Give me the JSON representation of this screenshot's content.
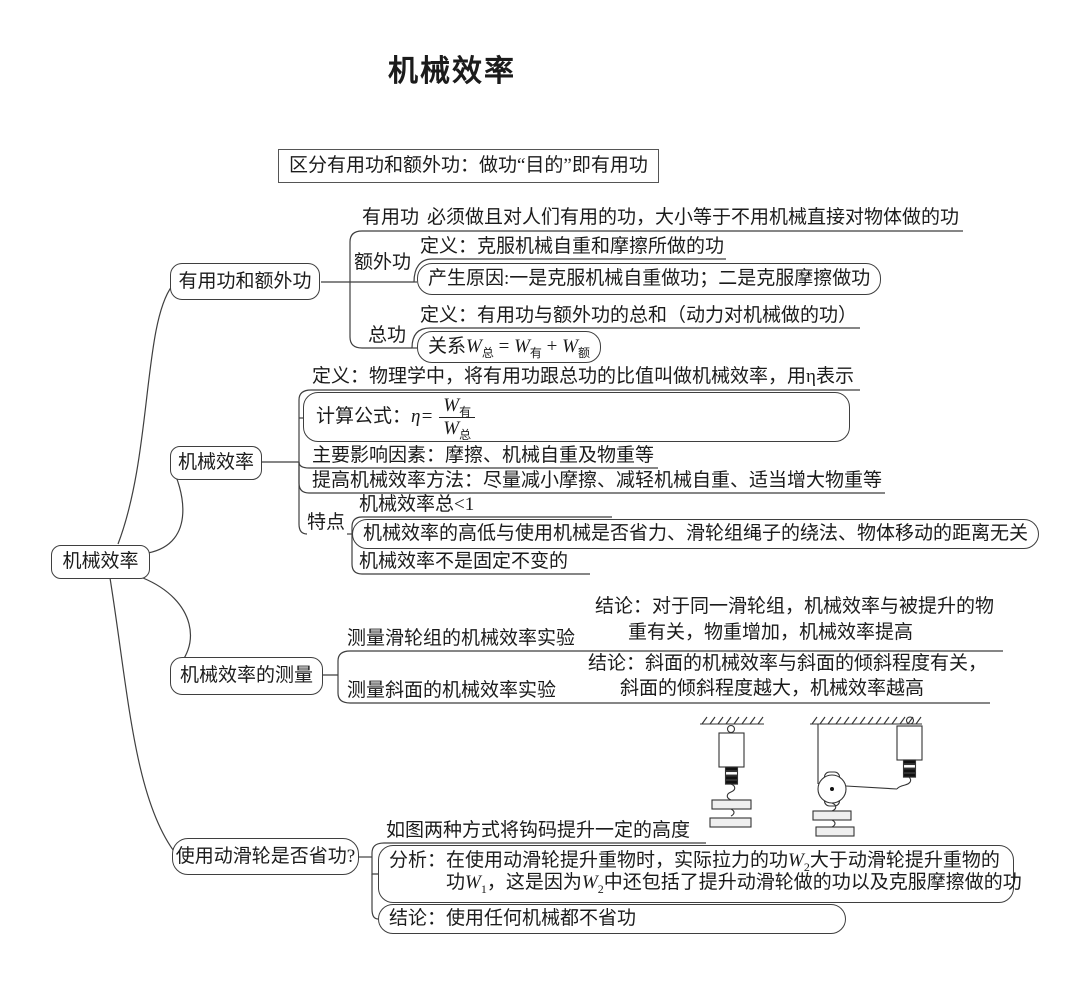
{
  "title": "机械效率",
  "note": "区分有用功和额外功：做功“目的”即有用功",
  "root_label": "机械效率",
  "useful_extra": {
    "node": "有用功和额外功",
    "useful_label": "有用功",
    "useful_text": "必须做且对人们有用的功，大小等于不用机械直接对物体做的功",
    "extra_label": "额外功",
    "extra_def": "定义：克服机械自重和摩擦所做的功",
    "extra_cause": "产生原因:一是克服机械自重做功；二是克服摩擦做功",
    "total_label": "总功",
    "total_def": "定义：有用功与额外功的总和（动力对机械做的功）",
    "relation": {
      "prefix": "关系",
      "sym": "W",
      "sub1": "总",
      "eq": "=",
      "sub2": "有",
      "plus": "+",
      "sub3": "额"
    }
  },
  "efficiency": {
    "node": "机械效率",
    "definition": "定义：物理学中，将有用功跟总功的比值叫做机械效率，用η表示",
    "formula_label": "计算公式：",
    "formula_eta": "η=",
    "formula_sym": "W",
    "formula_num_sub": "有",
    "formula_den_sub": "总",
    "factors": "主要影响因素：摩擦、机械自重及物重等",
    "improve": "提高机械效率方法：尽量减小摩擦、减轻机械自重、适当增大物重等",
    "features_label": "特点",
    "feature1": "机械效率总<1",
    "feature2": "机械效率的高低与使用机械是否省力、滑轮组绳子的绕法、物体移动的距离无关",
    "feature3": "机械效率不是固定不变的"
  },
  "measurement": {
    "node": "机械效率的测量",
    "exp_pulley": "测量滑轮组的机械效率实验",
    "exp_incline": "测量斜面的机械效率实验",
    "concl_pulley_l1": "结论：对于同一滑轮组，机械效率与被提升的物",
    "concl_pulley_l2": "重有关，物重增加，机械效率提高",
    "concl_incline_l1": "结论：斜面的机械效率与斜面的倾斜程度有关，",
    "concl_incline_l2": "斜面的倾斜程度越大，机械效率越高"
  },
  "pulley_question": {
    "node": "使用动滑轮是否省功?",
    "caption": "如图两种方式将钩码提升一定的高度",
    "analysis_p1": "分析：在使用动滑轮提升重物时，实际拉力的功",
    "analysis_sym": "W",
    "analysis_sub2": "2",
    "analysis_p2": "大于动滑轮提升重物的",
    "analysis_p3": "功",
    "analysis_sub1": "1",
    "analysis_p4": "，这是因为",
    "analysis_p5": "中还包括了提升动滑轮做的功以及克服摩擦做的功",
    "conclusion": "结论：使用任何机械都不省功"
  }
}
